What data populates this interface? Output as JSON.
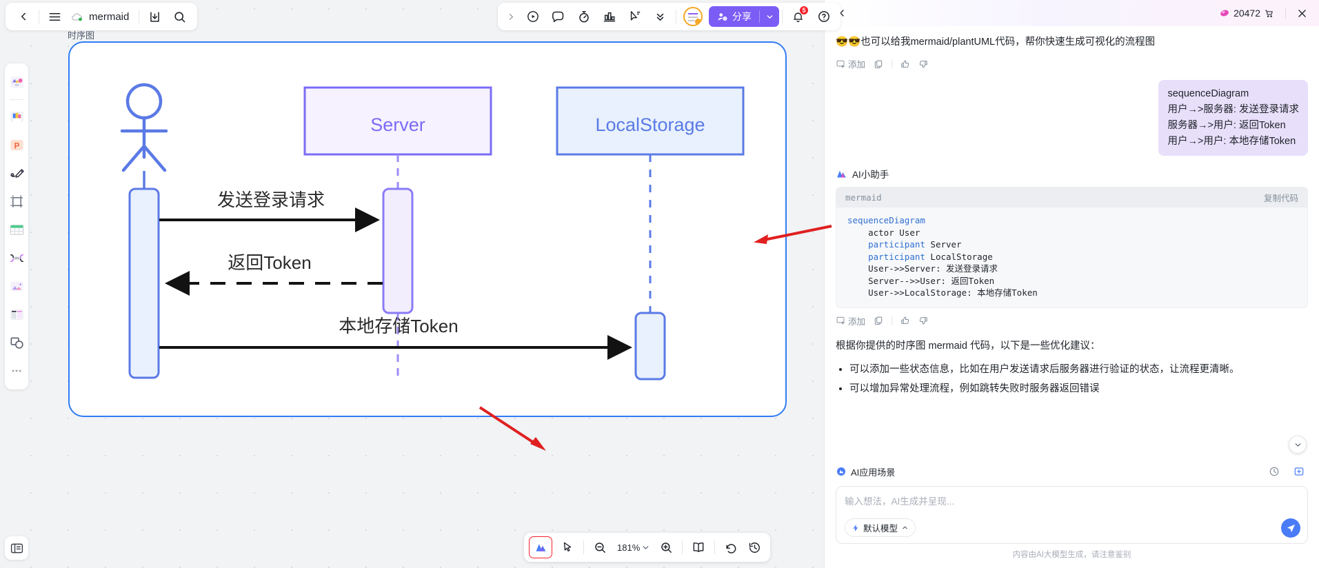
{
  "topbar": {
    "back_icon": "chevron-left-icon",
    "menu_icon": "hamburger-menu-icon",
    "cloud_icon": "cloud-synced-icon",
    "doc_title": "mermaid",
    "download_icon": "download-icon",
    "search_icon": "search-icon",
    "center_tools": [
      {
        "name": "expand-right-icon",
        "glyph": "›"
      },
      {
        "name": "play-circle-icon"
      },
      {
        "name": "comment-icon"
      },
      {
        "name": "timer-icon"
      },
      {
        "name": "chart-icon"
      },
      {
        "name": "presenter-cursor-icon"
      },
      {
        "name": "chevron-double-down-icon"
      }
    ],
    "share_label": "分享",
    "notification_count": "5",
    "help_icon": "question-circle-icon"
  },
  "rail": {
    "items": [
      {
        "name": "shapes-icon"
      },
      {
        "name": "template-image-icon"
      },
      {
        "name": "ppt-icon",
        "glyph": "P"
      },
      {
        "name": "pen-draw-icon"
      },
      {
        "name": "frame-icon"
      },
      {
        "name": "table-icon"
      },
      {
        "name": "connector-icon"
      },
      {
        "name": "image-icon"
      },
      {
        "name": "layout-columns-icon"
      },
      {
        "name": "shape-group-icon"
      },
      {
        "name": "more-dots-icon",
        "glyph": "•••"
      }
    ],
    "bottom_item": {
      "name": "note-panel-icon"
    }
  },
  "canvas": {
    "frame_label": "时序图",
    "diagram": {
      "type": "sequence",
      "actor": {
        "name": "User",
        "label": ""
      },
      "participants": [
        {
          "id": "Server",
          "label": "Server",
          "color": "#7b6cf6",
          "fill": "#f6f2ff"
        },
        {
          "id": "LocalStorage",
          "label": "LocalStorage",
          "color": "#5b7ae6",
          "fill": "#e8f1fd"
        }
      ],
      "messages": [
        {
          "from": "User",
          "to": "Server",
          "label": "发送登录请求",
          "style": "solid"
        },
        {
          "from": "Server",
          "to": "User",
          "label": "返回Token",
          "style": "dashed"
        },
        {
          "from": "User",
          "to": "LocalStorage",
          "label": "本地存储Token",
          "style": "solid"
        }
      ]
    }
  },
  "bottombar": {
    "ai_tool_icon": "ai-magic-icon",
    "select_icon": "cursor-select-icon",
    "zoom_out_icon": "zoom-out-icon",
    "zoom_level": "181%",
    "zoom_caret_icon": "chevron-down-icon",
    "zoom_in_icon": "zoom-in-icon",
    "page_icon": "book-pages-icon",
    "undo_icon": "undo-icon",
    "history_icon": "history-icon"
  },
  "panel": {
    "collapse_icon": "chevron-left-icon",
    "credits": "20472",
    "credits_icon": "gem-icon",
    "cart_icon": "cart-icon",
    "close_icon": "close-icon",
    "messages": [
      {
        "role": "assistant",
        "text": "😎😎也可以给我mermaid/plantUML代码，帮你快速生成可视化的流程图"
      },
      {
        "role": "user",
        "text": "sequenceDiagram\n用户→>服务器: 发送登录请求\n服务器→>用户: 返回Token\n用户→>用户: 本地存储Token"
      }
    ],
    "actions": {
      "add_label": "添加",
      "add_icon": "add-to-canvas-icon",
      "copy_icon": "copy-icon",
      "like_icon": "thumbs-up-icon",
      "dislike_icon": "thumbs-down-icon"
    },
    "assistant_name": "AI小助手",
    "assistant_logo": "ai-assistant-logo-icon",
    "code_block": {
      "lang": "mermaid",
      "copy_label": "复制代码",
      "lines": [
        {
          "kw": "sequenceDiagram",
          "rest": "",
          "indent": 0
        },
        {
          "kw": "",
          "rest": "actor User",
          "indent": 1
        },
        {
          "kw": "participant",
          "rest": " Server",
          "indent": 1
        },
        {
          "kw": "participant",
          "rest": " LocalStorage",
          "indent": 1
        },
        {
          "kw": "",
          "rest": "User->>Server: 发送登录请求",
          "indent": 1
        },
        {
          "kw": "",
          "rest": "Server-->>User: 返回Token",
          "indent": 1
        },
        {
          "kw": "",
          "rest": "User->>LocalStorage: 本地存储Token",
          "indent": 1
        }
      ]
    },
    "followup_text": "根据你提供的时序图 mermaid 代码，以下是一些优化建议：",
    "followup_items": [
      "可以添加一些状态信息，比如在用户发送请求后服务器进行验证的状态，让流程更清晰。",
      "可以增加异常处理流程，例如跳转失败时服务器返回错误"
    ],
    "scroll_down_icon": "chevron-down-icon",
    "composer": {
      "scene_icon": "ai-scene-icon",
      "scene_label": "AI应用场景",
      "history_icon": "clock-history-icon",
      "expand_icon": "expand-panel-icon",
      "placeholder": "输入想法，AI生成并呈现...",
      "model_icon": "lightning-icon",
      "model_label": "默认模型",
      "model_caret_icon": "chevron-up-icon",
      "send_icon": "send-icon",
      "disclaimer": "内容由AI大模型生成，请注意鉴别"
    }
  },
  "annotations": {
    "arrow_color": "#e02020",
    "arrow_to_code": "arrow-pointing-to-code-block",
    "arrow_to_ai_button": "arrow-pointing-to-ai-button"
  }
}
